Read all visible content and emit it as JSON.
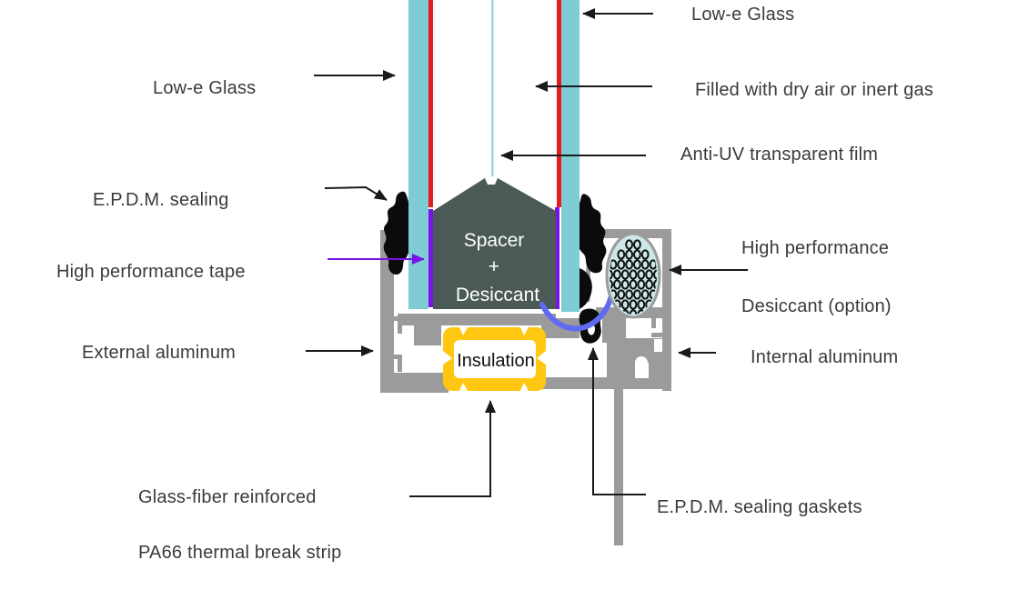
{
  "diagram": {
    "description": "Cross-section diagram of an insulating glass window unit with aluminum frame",
    "labels": {
      "low_e_glass_left": "Low-e Glass",
      "low_e_glass_right": "Low-e Glass",
      "filled_gas": "Filled with dry air or inert gas",
      "anti_uv_film": "Anti-UV transparent film",
      "epdm_sealing": "E.P.D.M. sealing",
      "high_performance_tape": "High performance tape",
      "external_aluminum": "External aluminum",
      "high_performance": "High performance",
      "desiccant_option": "Desiccant (option)",
      "internal_aluminum": "Internal aluminum",
      "glass_fiber_reinforced": "Glass-fiber reinforced",
      "pa66_strip": "PA66 thermal break strip",
      "epdm_sealing_gaskets": "E.P.D.M. sealing gaskets",
      "spacer_line1": "Spacer",
      "spacer_line2": "+",
      "spacer_line3": "Desiccant",
      "insulation": "Insulation"
    },
    "colors": {
      "glass": "#7fccd4",
      "low_e": "#e81b21",
      "tape": "#7a12ea",
      "spacer": "#4b5a57",
      "aluminum": "#9b9b9b",
      "insulation": "#ffc712",
      "desiccant_fill": "#cbe7e7",
      "epdm": "#0b0b0b",
      "blue_line": "#5f6cf2",
      "film": "#9fd6dc",
      "text": "#3a3a3a",
      "background": "#ffffff",
      "arrow": "#1a1a1a"
    },
    "desiccant_pattern_rows": [
      2,
      4,
      6,
      7,
      7,
      6,
      5,
      3
    ]
  }
}
